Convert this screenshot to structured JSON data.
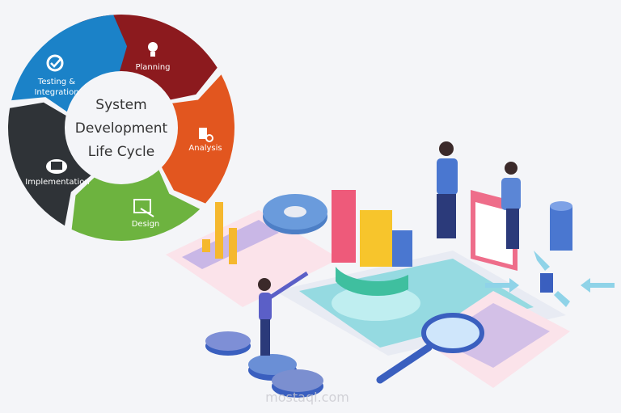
{
  "diagram": {
    "center_title_lines": [
      "System",
      "Development",
      "Life Cycle"
    ],
    "stages": [
      {
        "label": "Planning",
        "color": "#8c1a1e",
        "icon": "lightbulb-icon"
      },
      {
        "label": "Analysis",
        "color": "#e2561f",
        "icon": "database-search-icon"
      },
      {
        "label": "Design",
        "color": "#6db33f",
        "icon": "design-brush-icon"
      },
      {
        "label": "Implementation",
        "color": "#2f3337",
        "icon": "cloud-monitor-icon"
      },
      {
        "label": "Testing &",
        "label2": "Integration",
        "color": "#1b82c8",
        "icon": "gear-check-icon"
      }
    ]
  },
  "watermark": "mostaql.com"
}
